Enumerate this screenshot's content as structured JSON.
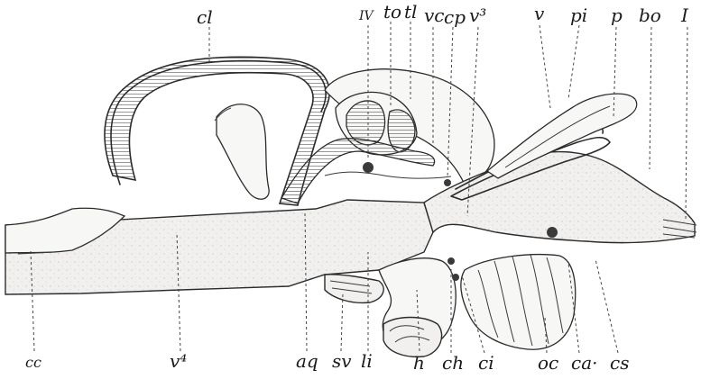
{
  "labels": {
    "cl": "cl",
    "IV": "IV",
    "to": "to",
    "tl": "tl",
    "vc": "vc",
    "cp": "cp",
    "v3": "v³",
    "v": "v",
    "pi": "pi",
    "p": "p",
    "bo": "bo",
    "I": "I",
    "cc": "cc",
    "v4": "v⁴",
    "aq": "aq",
    "sv": "sv",
    "li": "li",
    "h": "h",
    "ch": "ch",
    "ci": "ci",
    "oc": "oc",
    "ca": "ca·",
    "cs": "cs"
  }
}
